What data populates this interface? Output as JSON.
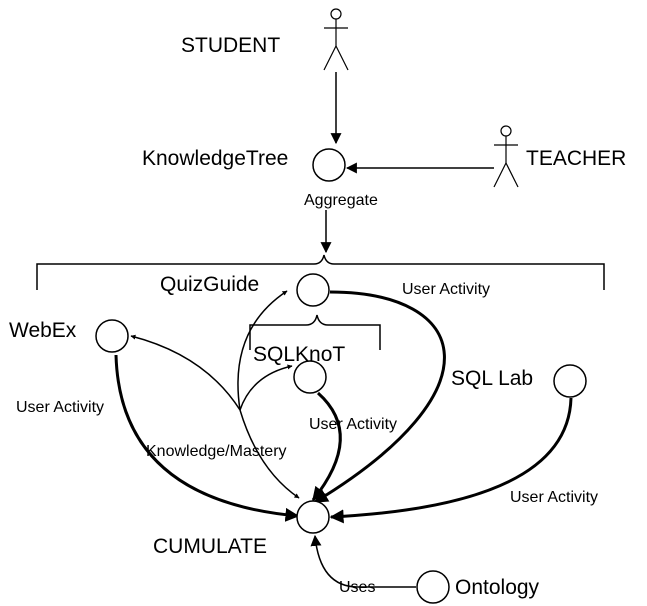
{
  "labels": {
    "student": "STUDENT",
    "teacher": "TEACHER",
    "knowledgetree": "KnowledgeTree",
    "aggregate": "Aggregate",
    "quizguide": "QuizGuide",
    "user_activity_quizguide": "User Activity",
    "webex": "WebEx",
    "sqlknot": "SQLKnoT",
    "sql_lab": "SQL Lab",
    "user_activity_webex": "User Activity",
    "user_activity_sqlknot": "User Activity",
    "knowledge_mastery": "Knowledge/Mastery",
    "user_activity_sqllab": "User Activity",
    "cumulate": "CUMULATE",
    "uses": "Uses",
    "ontology": "Ontology"
  }
}
